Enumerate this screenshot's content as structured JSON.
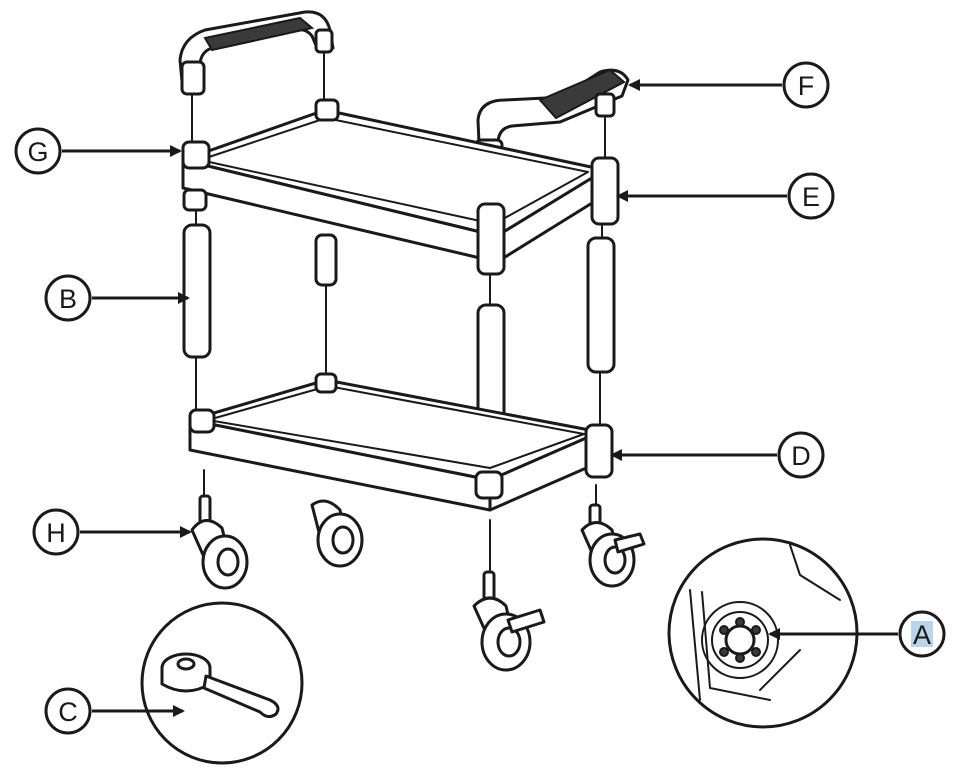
{
  "labels": {
    "A": "A",
    "B": "B",
    "C": "C",
    "D": "D",
    "E": "E",
    "F": "F",
    "G": "G",
    "H": "H"
  },
  "colors": {
    "line": "#1a1a1a",
    "background": "#ffffff",
    "highlight_A": "#bcd4ea"
  }
}
